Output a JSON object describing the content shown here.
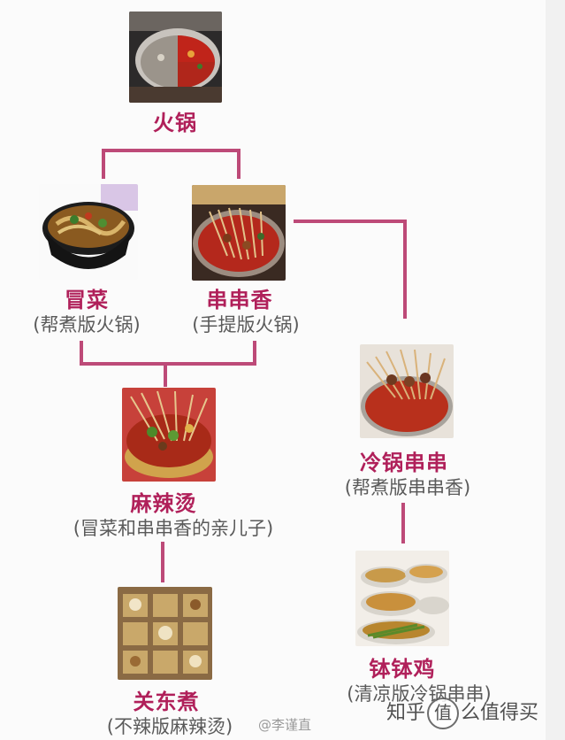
{
  "nodes": {
    "hotpot": {
      "title": "火锅"
    },
    "maocai": {
      "title": "冒菜",
      "subtitle": "(帮煮版火锅)"
    },
    "chuanchuan": {
      "title": "串串香",
      "subtitle": "(手提版火锅)"
    },
    "malatang": {
      "title": "麻辣烫",
      "subtitle": "(冒菜和串串香的亲儿子)"
    },
    "lengguo": {
      "title": "冷锅串串",
      "subtitle": "(帮煮版串串香)"
    },
    "guandong": {
      "title": "关东煮",
      "subtitle": "(不辣版麻辣烫)"
    },
    "bobo": {
      "title": "钵钵鸡",
      "subtitle": "(清凉版冷锅串串)"
    }
  },
  "watermark": {
    "left": "@李谨直",
    "right_prefix": "知乎",
    "right_suffix": "么值得买",
    "logo_glyph": "值"
  },
  "colors": {
    "title": "#b0205a",
    "line": "#bd4a78",
    "subtitle": "#5a5a5a"
  }
}
